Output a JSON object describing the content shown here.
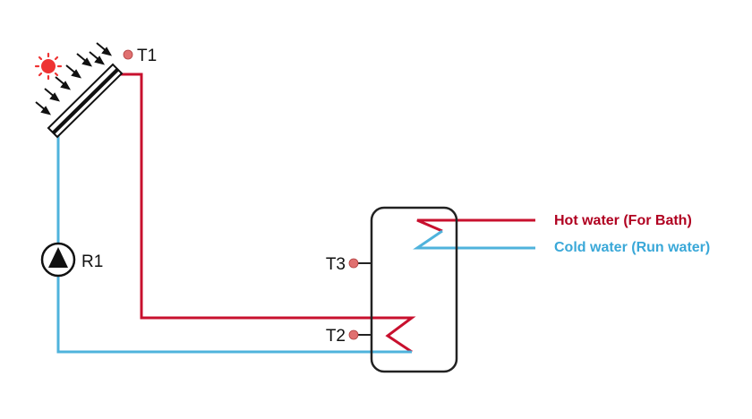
{
  "labels": {
    "t1": "T1",
    "t2": "T2",
    "t3": "T3",
    "r1": "R1",
    "hot_water": "Hot water (For Bath)",
    "cold_water": "Cold water (Run water)"
  },
  "colors": {
    "hot": "#c8102e",
    "cold": "#4fb3dc",
    "sensor": "#e07070",
    "sun": "#ee3333",
    "outline": "#111111"
  },
  "icons": {
    "sun": "sun-icon",
    "pump": "pump-icon",
    "collector": "solar-collector-icon",
    "tank": "storage-tank-icon"
  }
}
